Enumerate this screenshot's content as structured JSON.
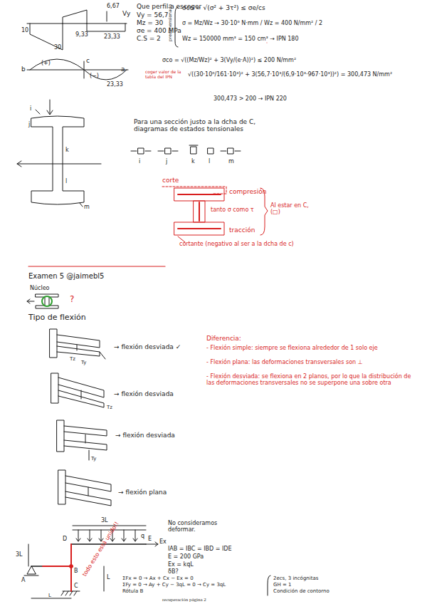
{
  "diagram": {
    "caption": "recuperación página 2",
    "labels": [
      "6,67",
      "Vy",
      "10",
      "30",
      "9,33",
      "23,33",
      "Que perfil a escoger",
      "Vy = 56,7",
      "Mz = 30",
      "σe = 400 MPa",
      "C.S = 2",
      "predimensionado",
      "σco = √(σ² + 3τ²) ≤ σe/cs",
      "σ = Mz/Wz → 30·10⁶ N·mm / Wz = 400 N/mm² / 2",
      "Wz = 150000 mm³ = 150 cm³ → IPN 180",
      "b",
      "(+)",
      "c",
      "(−)",
      "a",
      "23,33",
      "σco = √((Mz/Wz)² + 3(Vy/(e·A))²) ≤ 200 N/mm²",
      "coger valor de la tabla del IPN",
      "√((30·10⁶/161·10³)² + 3(56,7·10³/(6,9·10³·967·10³))²) = 300,473 N/mm²",
      "300,473 > 200 → IPN 220",
      "i",
      "j",
      "k",
      "l",
      "m",
      "Para una sección justo a la dcha de C, diagramas de estados tensionales",
      "i",
      "j",
      "k",
      "l",
      "m",
      "corte",
      "compresión",
      "tanto σ como τ",
      "tracción",
      "Al estar en C, (□)",
      "cortante (negativo al ser a la dcha de c)",
      "Examen 5 @jaimebl5",
      "Núcleo",
      "?",
      "Tipo de flexión",
      "Tz",
      "Ty",
      "→ flexión desviada ✓",
      "Tz",
      "→ flexión desviada",
      "→ flexión desviada",
      "Ty",
      "→ flexión plana",
      "Diferencia:",
      "- Flexión simple: siempre se flexiona alrededor de 1 solo eje",
      "- Flexión plana: las deformaciones transversales son ⊥",
      "- Flexión desviada: se flexiona en 2 planos, por lo que la distribución de las deformaciones transversales no se superpone una sobre otra",
      "3L",
      "q",
      "E",
      "Ex",
      "D",
      "3L",
      "B",
      "A",
      "L",
      "L",
      "C",
      "todo esto está unido!!",
      "No consideramos deformar.",
      "IAB = IBC = IBD = IDE",
      "E = 200 GPa",
      "Ex = kqL",
      "δB?",
      "ΣFx = 0 → Ax + Cx − Ex = 0",
      "ΣFy = 0 → Ay + Cy − 3qL = 0 → Cy = 3qL",
      "Rótula B",
      "2ecs, 3 incógnitas",
      "GH = 1",
      "Condición de contorno"
    ]
  }
}
